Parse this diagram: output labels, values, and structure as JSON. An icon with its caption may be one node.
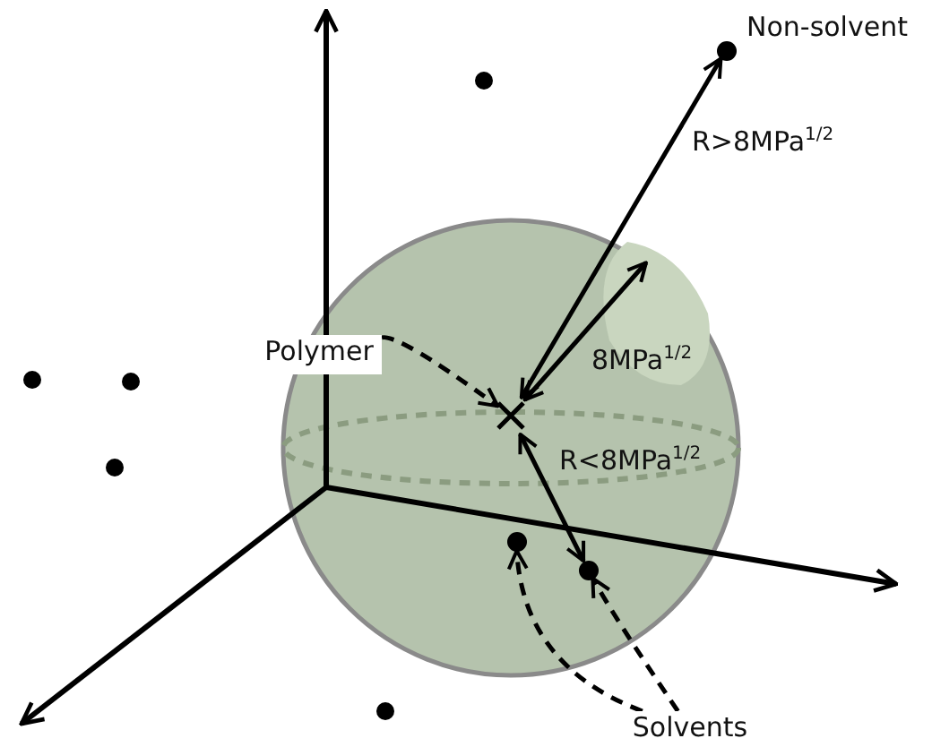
{
  "diagram": {
    "nodes": [
      {
        "text": [],
        "shape": "circle",
        "beside": [
          "Non-solvent"
        ]
      },
      {
        "text": [
          "Polymer"
        ]
      },
      {
        "text": [],
        "shape": "circle"
      },
      {
        "text": [],
        "shape": "cross",
        "in": 2
      },
      {
        "text": [],
        "shape": "circle",
        "in": 2
      },
      {
        "text": [],
        "shape": "circle",
        "in": 2
      },
      {
        "text": [
          "Solvents"
        ]
      }
    ],
    "edges": [
      {
        "from": 3,
        "to": 0,
        "arrow": "both",
        "label": "R>8MPa$^{1/2}$"
      },
      {
        "from": 3,
        "to": 2,
        "arrow": "both",
        "label": "8MPa$^{1/2}$"
      },
      {
        "from": 3,
        "to": 5,
        "arrow": "both",
        "label": "R<8MPa$^{1/2}$"
      },
      {
        "from": 1,
        "to": 3,
        "arrow": "to",
        "style": "dashed"
      },
      {
        "from": 6,
        "to": 4,
        "arrow": "to",
        "style": "dashed"
      },
      {
        "from": 6,
        "to": 5,
        "arrow": "to",
        "style": "dashed"
      }
    ]
  }
}
